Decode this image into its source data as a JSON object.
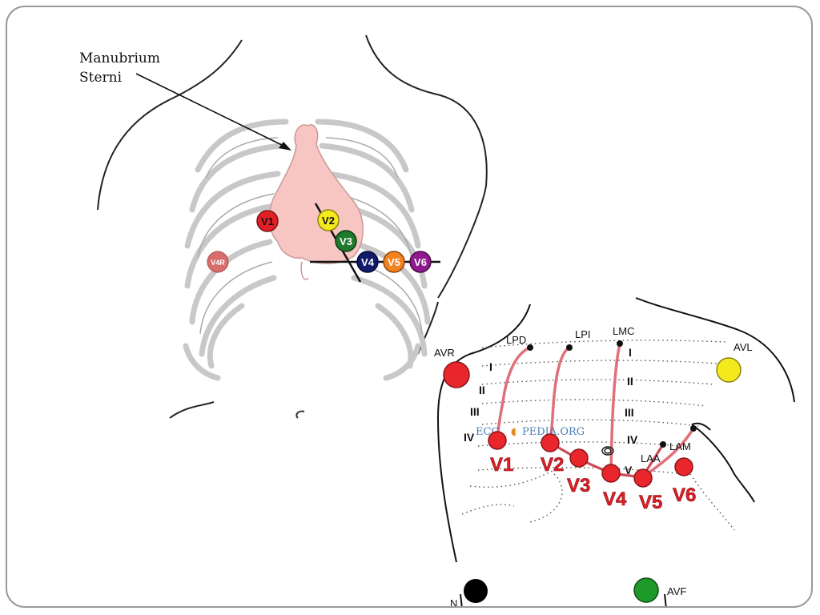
{
  "annotation": {
    "line1": "Manubrium",
    "line2": "Sterni"
  },
  "colors": {
    "heart": "#f7c6c2",
    "rib": "#c8c8c8",
    "v1": "#e21f26",
    "v2": "#f4e91c",
    "v3": "#1f7a2c",
    "v4": "#101b6b",
    "v5": "#f2821f",
    "v6": "#8e1a8e",
    "v4r": "#d96d6d",
    "limb_red": "#e8262b",
    "limb_yellow": "#f4e91c",
    "limb_black": "#000000",
    "limb_green": "#1e9a2a",
    "wire": "#e0707a"
  },
  "left_diagram": {
    "leads": [
      {
        "key": "v1",
        "label": "V1"
      },
      {
        "key": "v2",
        "label": "V2"
      },
      {
        "key": "v3",
        "label": "V3"
      },
      {
        "key": "v4",
        "label": "V4"
      },
      {
        "key": "v5",
        "label": "V5"
      },
      {
        "key": "v6",
        "label": "V6"
      },
      {
        "key": "v4r",
        "label": "V4R"
      }
    ]
  },
  "right_diagram": {
    "limbs": {
      "avr": "AVR",
      "avl": "AVL",
      "n": "N",
      "avf": "AVF"
    },
    "points": {
      "lpd": "LPD",
      "lpi": "LPI",
      "lmc": "LMC",
      "laa": "LAA",
      "lam": "LAM"
    },
    "roman_left": [
      "I",
      "II",
      "III",
      "IV"
    ],
    "roman_right": [
      "I",
      "II",
      "III",
      "IV",
      "V"
    ],
    "watermark": {
      "part1": "ECG",
      "part2": "PEDIA.ORG"
    },
    "leads": [
      "V1",
      "V2",
      "V3",
      "V4",
      "V5",
      "V6"
    ]
  }
}
